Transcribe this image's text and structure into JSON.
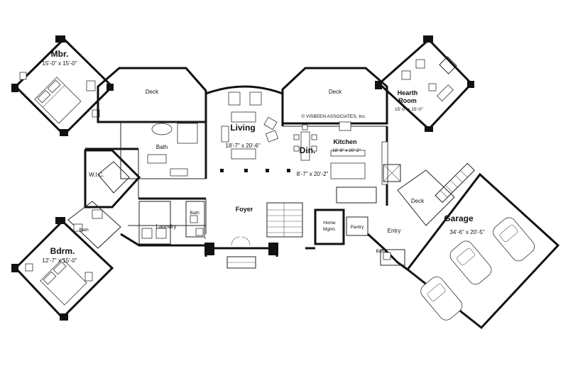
{
  "copyright": "© VISBEEN ASSOCIATES, Inc.",
  "rooms": {
    "mbr": {
      "name": "Mbr.",
      "dims": "15'-0\" x 15'-0\""
    },
    "deck_left": {
      "name": "Deck"
    },
    "deck_center": {
      "name": "Deck"
    },
    "hearth": {
      "name1": "Hearth",
      "name2": "Room",
      "dims": "15'-0\" x 15'-0\""
    },
    "living": {
      "name": "Living",
      "dims": "18'-7\" x 20'-6\""
    },
    "kitchen": {
      "name": "Kitchen",
      "dims": "18'-8\" x 20'-2\""
    },
    "dining": {
      "name": "Din.",
      "dims": "8'-7\" x 20'-2\""
    },
    "bath_master": {
      "name": "Bath"
    },
    "wic": {
      "name": "W.I.C."
    },
    "bath_bdrm": {
      "name": "Bath"
    },
    "bdrm": {
      "name": "Bdrm.",
      "dims": "12'-7\" x 15'-0\""
    },
    "laundry": {
      "name": "Laundry"
    },
    "bath_small": {
      "name": "Bath"
    },
    "foyer": {
      "name": "Foyer"
    },
    "home_mgmt": {
      "name1": "Home",
      "name2": "Mgmt."
    },
    "pantry": {
      "name": "Pantry"
    },
    "entry": {
      "name": "Entry"
    },
    "bath_entry": {
      "name": "Bath"
    },
    "deck_right": {
      "name": "Deck"
    },
    "garage": {
      "name": "Garage",
      "dims": "34'-6\" x 20'-5\""
    }
  }
}
